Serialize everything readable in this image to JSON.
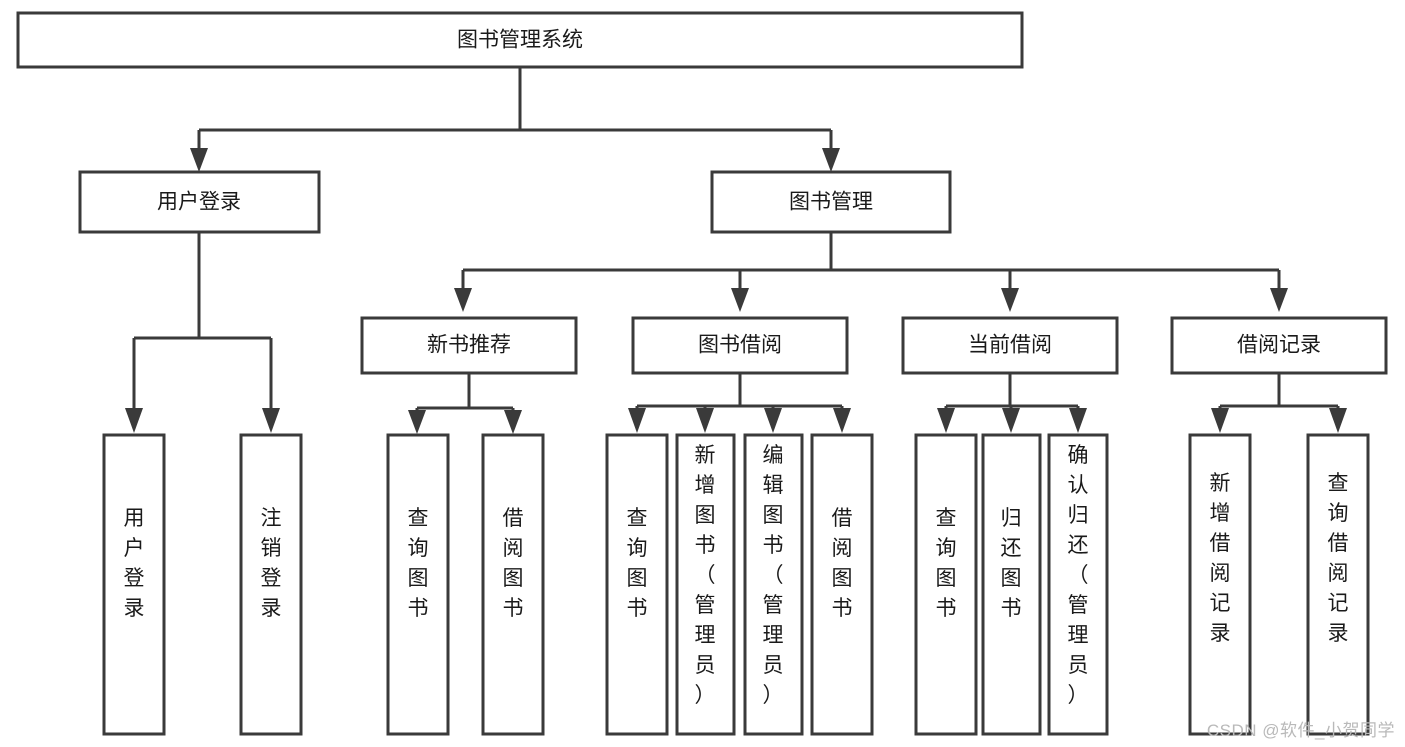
{
  "diagram": {
    "type": "tree-hierarchy",
    "title": "图书管理系统",
    "watermark": "CSDN @软件_小贺同学",
    "colors": {
      "background": "#ffffff",
      "box_fill": "#ffffff",
      "stroke": "#3a3a3a",
      "text": "#1a1a1a",
      "watermark": "#b9b9b9"
    },
    "root": {
      "label": "图书管理系统",
      "level": 0
    },
    "level1": [
      {
        "label": "用户登录"
      },
      {
        "label": "图书管理"
      }
    ],
    "level2": [
      {
        "label": "新书推荐",
        "parent": "图书管理"
      },
      {
        "label": "图书借阅",
        "parent": "图书管理"
      },
      {
        "label": "当前借阅",
        "parent": "图书管理"
      },
      {
        "label": "借阅记录",
        "parent": "图书管理"
      }
    ],
    "leaves": {
      "用户登录": [
        {
          "label": "用户登录"
        },
        {
          "label": "注销登录"
        }
      ],
      "新书推荐": [
        {
          "label": "查询图书"
        },
        {
          "label": "借阅图书"
        }
      ],
      "图书借阅": [
        {
          "label": "查询图书"
        },
        {
          "label": "新增图书（管理员）"
        },
        {
          "label": "编辑图书（管理员）"
        },
        {
          "label": "借阅图书"
        }
      ],
      "当前借阅": [
        {
          "label": "查询图书"
        },
        {
          "label": "归还图书"
        },
        {
          "label": "确认归还（管理员）"
        }
      ],
      "借阅记录": [
        {
          "label": "新增借阅记录"
        },
        {
          "label": "查询借阅记录"
        }
      ]
    }
  }
}
